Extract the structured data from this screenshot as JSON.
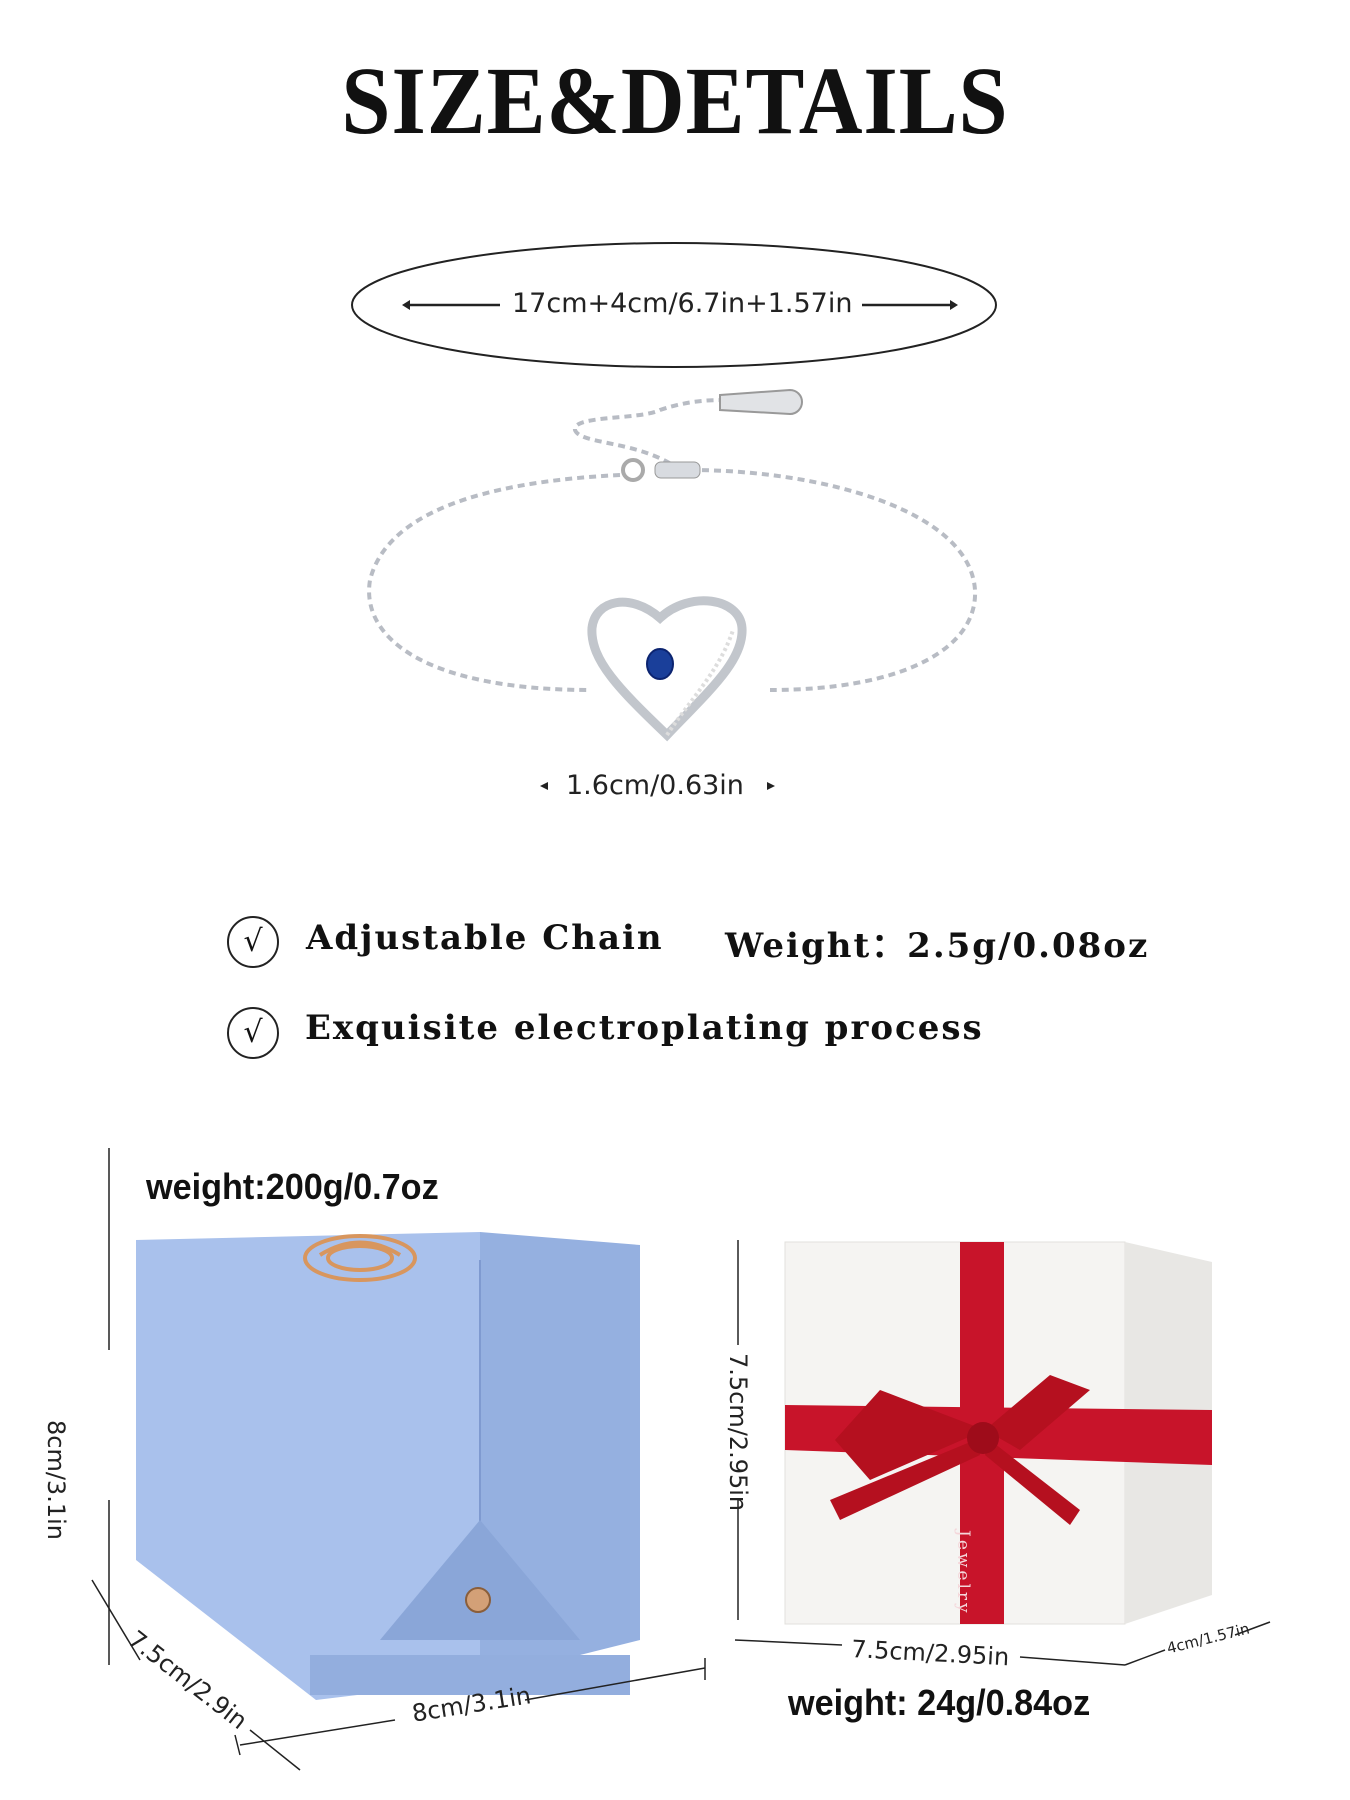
{
  "title": "SIZE&DETAILS",
  "bracelet": {
    "length_label": "17cm+4cm/6.7in+1.57in",
    "pendant_label": "1.6cm/0.63in"
  },
  "features": [
    {
      "icon": "check-circle-icon",
      "label": "Adjustable Chain"
    },
    {
      "icon": "check-circle-icon",
      "label": "Exquisite electroplating process"
    }
  ],
  "weight_label": "Weight：2.5g/0.08oz",
  "blue_box": {
    "weight": "weight:200g/0.7oz",
    "height": "8cm/3.1in",
    "depth": "7.5cm/2.9in",
    "width": "8cm/3.1in",
    "color": "#9db6e3"
  },
  "white_box": {
    "weight": "weight:  24g/0.84oz",
    "height": "7.5cm/2.95in",
    "width": "7.5cm/2.95in",
    "depth": "4cm/1.57in",
    "ribbon_color": "#c8142a",
    "ribbon_text": "Jewelry"
  },
  "check_glyph": "√"
}
